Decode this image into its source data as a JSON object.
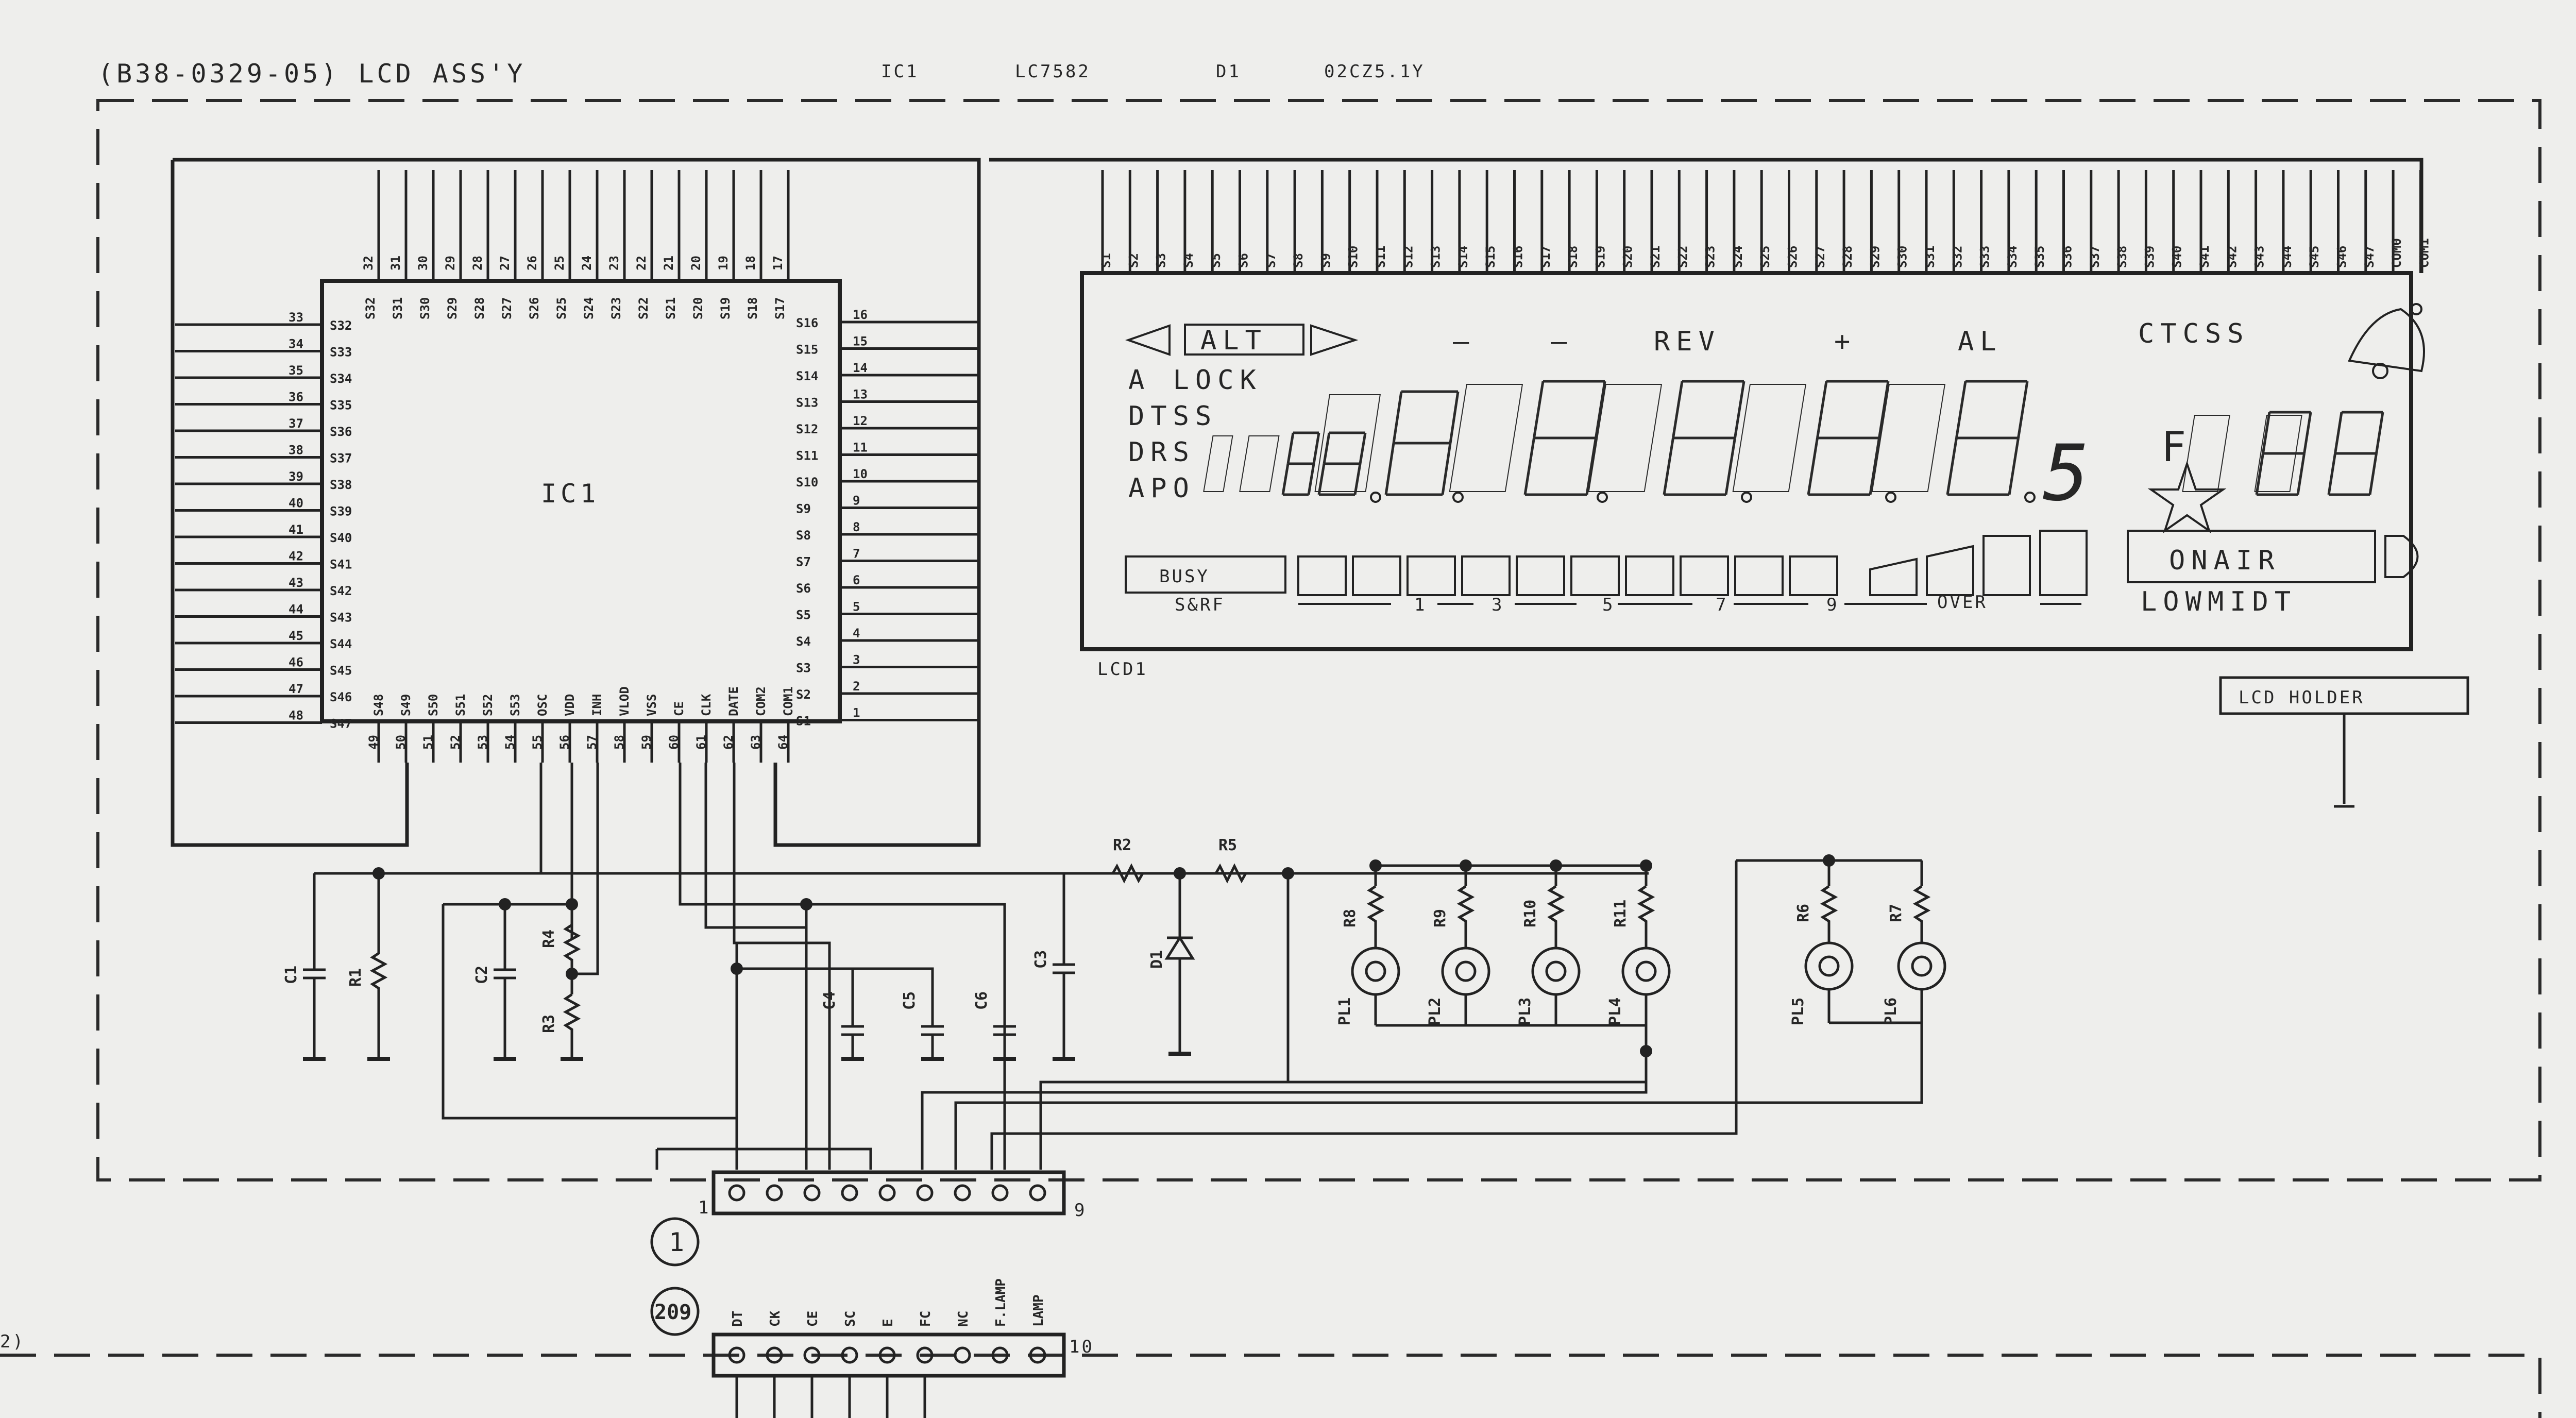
{
  "header": {
    "board": "(B38-0329-05) LCD ASS'Y",
    "ic_ref": "IC1",
    "ic_part": "LC7582",
    "diode_ref": "D1",
    "diode_part": "02CZ5.1Y"
  },
  "ic": {
    "name": "IC1",
    "top_labels": [
      "S32",
      "S31",
      "S30",
      "S29",
      "S28",
      "S27",
      "S26",
      "S25",
      "S24",
      "S23",
      "S22",
      "S21",
      "S20",
      "S19",
      "S18",
      "S17"
    ],
    "top_pins": [
      "32",
      "31",
      "30",
      "29",
      "28",
      "27",
      "26",
      "25",
      "24",
      "23",
      "22",
      "21",
      "20",
      "19",
      "18",
      "17"
    ],
    "left_labels": [
      "S32",
      "S33",
      "S34",
      "S35",
      "S36",
      "S37",
      "S38",
      "S39",
      "S40",
      "S41",
      "S42",
      "S43",
      "S44",
      "S45",
      "S46",
      "S47"
    ],
    "left_pins": [
      "33",
      "34",
      "35",
      "36",
      "37",
      "38",
      "39",
      "40",
      "41",
      "42",
      "43",
      "44",
      "45",
      "46",
      "47",
      "48"
    ],
    "right_labels": [
      "S16",
      "S15",
      "S14",
      "S13",
      "S12",
      "S11",
      "S10",
      "S9",
      "S8",
      "S7",
      "S6",
      "S5",
      "S4",
      "S3",
      "S2",
      "S1"
    ],
    "right_pins": [
      "16",
      "15",
      "14",
      "13",
      "12",
      "11",
      "10",
      "9",
      "8",
      "7",
      "6",
      "5",
      "4",
      "3",
      "2",
      "1"
    ],
    "bottom_labels": [
      "S48",
      "S49",
      "S50",
      "S51",
      "S52",
      "S53",
      "OSC",
      "VDD",
      "INH",
      "VLOD",
      "VSS",
      "CE",
      "CLK",
      "DATE",
      "COM2",
      "COM1"
    ],
    "bottom_pins": [
      "49",
      "50",
      "51",
      "52",
      "53",
      "54",
      "55",
      "56",
      "57",
      "58",
      "59",
      "60",
      "61",
      "62",
      "63",
      "64"
    ]
  },
  "lcd": {
    "ref": "LCD1",
    "pins": [
      "S1",
      "S2",
      "S3",
      "S4",
      "S5",
      "S6",
      "S7",
      "S8",
      "S9",
      "S10",
      "S11",
      "S12",
      "S13",
      "S14",
      "S15",
      "S16",
      "S17",
      "S18",
      "S19",
      "S20",
      "S21",
      "S22",
      "S23",
      "S24",
      "S25",
      "S26",
      "S27",
      "S28",
      "S29",
      "S30",
      "S31",
      "S32",
      "S33",
      "S34",
      "S35",
      "S36",
      "S37",
      "S38",
      "S39",
      "S40",
      "S41",
      "S42",
      "S43",
      "S44",
      "S45",
      "S46",
      "S47",
      "COM0",
      "COM1"
    ],
    "alt": "ALT",
    "dash1": "—",
    "dash2": "—",
    "rev": "REV",
    "plus": "+",
    "al": "AL",
    "ctcss": "CTCSS",
    "a_lock": "A LOCK",
    "dtss": "DTSS",
    "drs": "DRS",
    "apo": "APO",
    "digit_small": "5",
    "f_label": "F",
    "busy": "BUSY",
    "onair": "ONAIR",
    "sm_left": "S&RF",
    "sm_ticks": [
      "1",
      "3",
      "5",
      "7",
      "9"
    ],
    "over": "OVER",
    "lowmidt": "LOWMIDT"
  },
  "holder": "LCD HOLDER",
  "components": {
    "c1": "C1",
    "r1": "R1",
    "c2": "C2",
    "r4": "R4",
    "r3": "R3",
    "c4": "C4",
    "c5": "C5",
    "c6": "C6",
    "c3": "C3",
    "d1": "D1",
    "r2": "R2",
    "r5": "R5",
    "r8": "R8",
    "r9": "R9",
    "r10": "R10",
    "r11": "R11",
    "r6": "R6",
    "r7": "R7",
    "pl1": "PL1",
    "pl2": "PL2",
    "pl3": "PL3",
    "pl4": "PL4",
    "pl5": "PL5",
    "pl6": "PL6"
  },
  "connector": {
    "ref_top": "1",
    "ref_bottom": "209",
    "pin_first": "1",
    "pin_last": "9",
    "pin_last2": "10",
    "signals": [
      "DT",
      "CK",
      "CE",
      "SC",
      "E",
      "FC",
      "NC",
      "F.LAMP",
      "LAMP"
    ]
  },
  "partial_label": "2)"
}
